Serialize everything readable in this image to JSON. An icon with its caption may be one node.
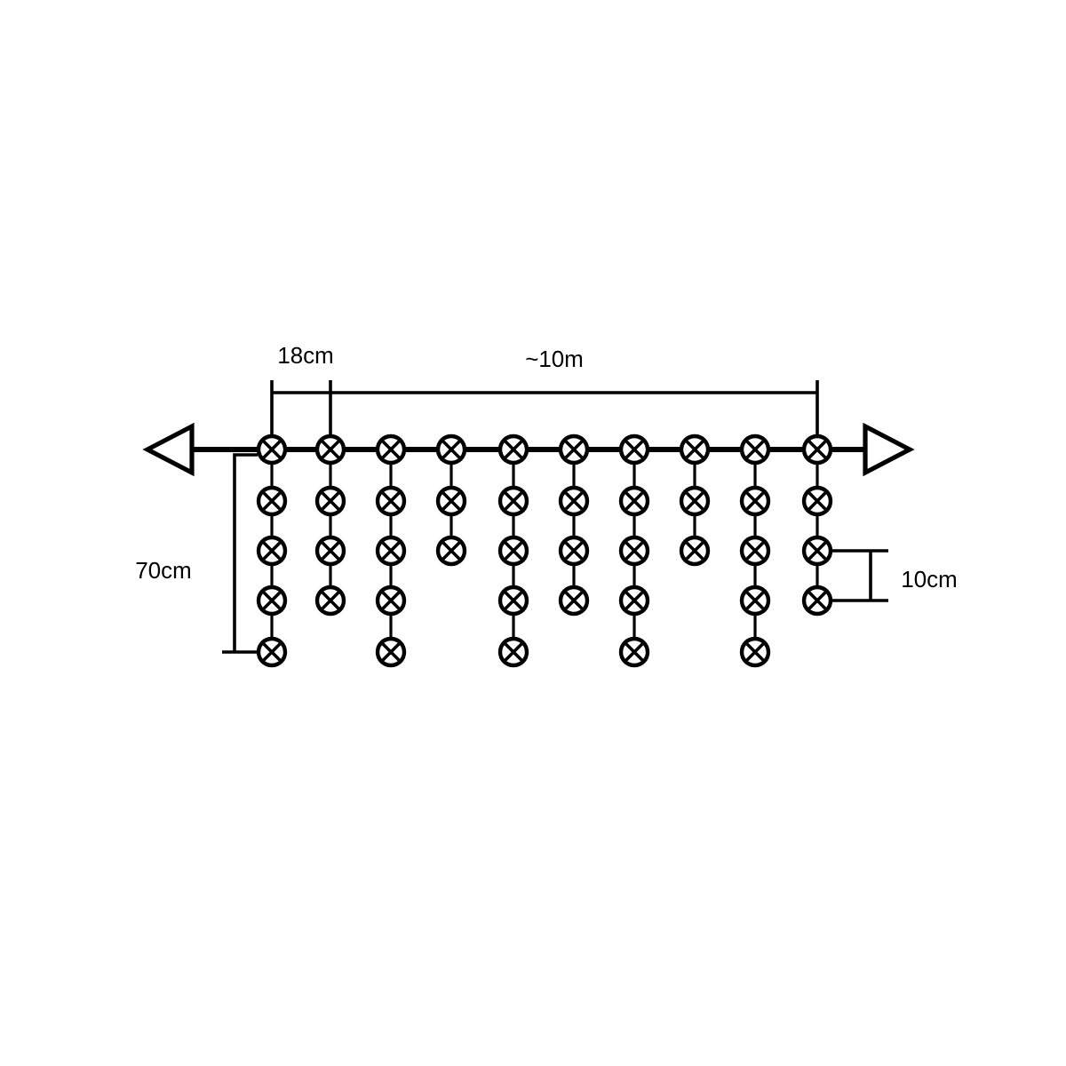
{
  "diagram": {
    "labels": [
      "18cm",
      "~10m",
      "70cm",
      "10cm"
    ]
  }
}
